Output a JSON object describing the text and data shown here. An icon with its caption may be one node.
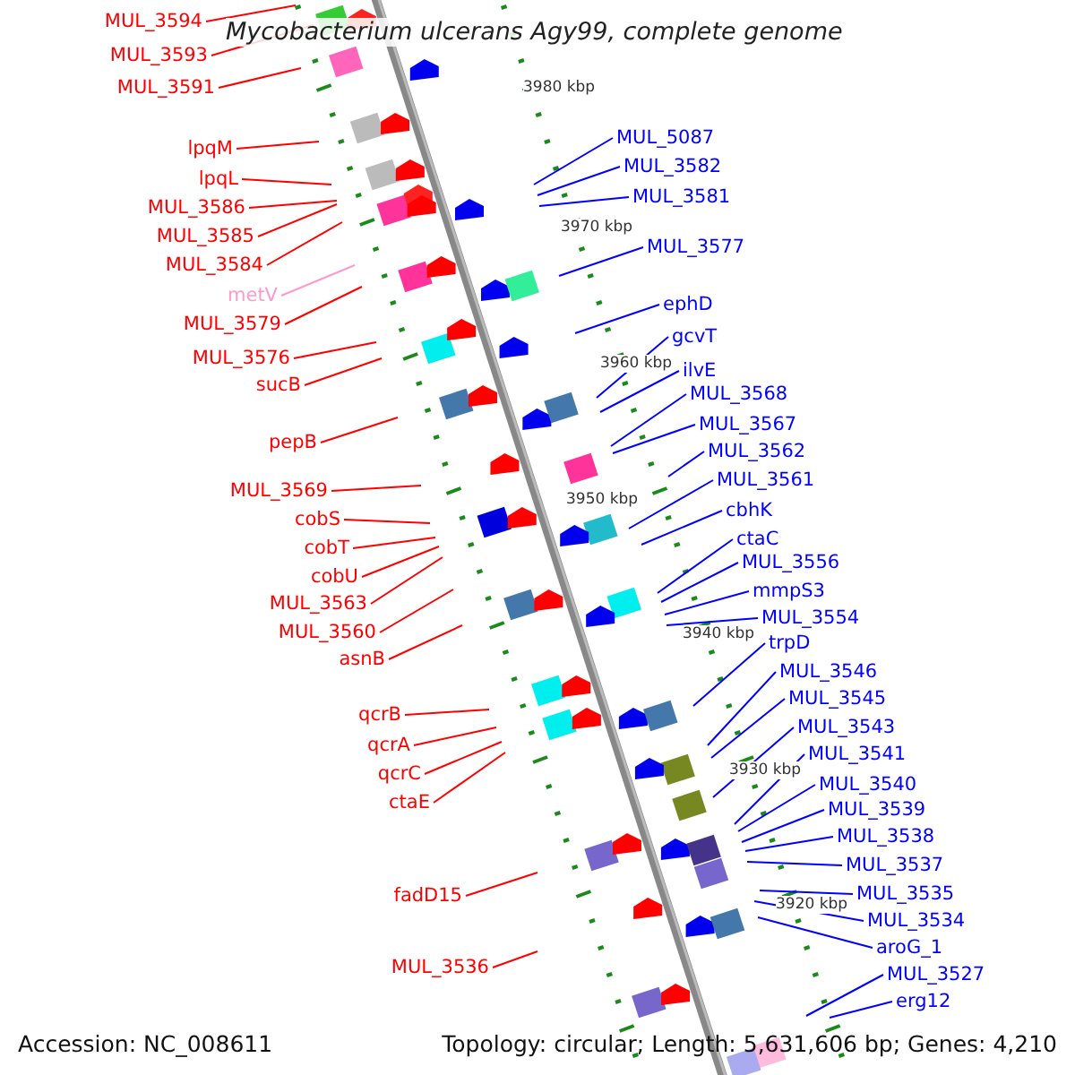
{
  "diagram": {
    "title": "Mycobacterium ulcerans Agy99, complete genome",
    "nodes": [
      {
        "text": [
          "MUL_3594"
        ]
      },
      {
        "text": [
          "MUL_3593"
        ]
      },
      {
        "text": [
          "MUL_3591"
        ]
      },
      {
        "text": [
          "lpqM"
        ]
      },
      {
        "text": [
          "lpqL"
        ]
      },
      {
        "text": [
          "MUL_3586"
        ]
      },
      {
        "text": [
          "MUL_3585"
        ]
      },
      {
        "text": [
          "MUL_3584"
        ]
      },
      {
        "text": [
          "metV"
        ]
      },
      {
        "text": [
          "MUL_3579"
        ]
      },
      {
        "text": [
          "MUL_3576"
        ]
      },
      {
        "text": [
          "sucB"
        ]
      },
      {
        "text": [
          "pepB"
        ]
      },
      {
        "text": [
          "MUL_3569"
        ]
      },
      {
        "text": [
          "cobS"
        ]
      },
      {
        "text": [
          "cobT"
        ]
      },
      {
        "text": [
          "cobU"
        ]
      },
      {
        "text": [
          "MUL_3563"
        ]
      },
      {
        "text": [
          "MUL_3560"
        ]
      },
      {
        "text": [
          "asnB"
        ]
      },
      {
        "text": [
          "qcrB"
        ]
      },
      {
        "text": [
          "qcrA"
        ]
      },
      {
        "text": [
          "qcrC"
        ]
      },
      {
        "text": [
          "ctaE"
        ]
      },
      {
        "text": [
          "fadD15"
        ]
      },
      {
        "text": [
          "MUL_3536"
        ]
      },
      {
        "text": [
          "MUL_5087"
        ]
      },
      {
        "text": [
          "MUL_3582"
        ]
      },
      {
        "text": [
          "MUL_3581"
        ]
      },
      {
        "text": [
          "MUL_3577"
        ]
      },
      {
        "text": [
          "ephD"
        ]
      },
      {
        "text": [
          "gcvT"
        ]
      },
      {
        "text": [
          "ilvE"
        ]
      },
      {
        "text": [
          "MUL_3568"
        ]
      },
      {
        "text": [
          "MUL_3567"
        ]
      },
      {
        "text": [
          "MUL_3562"
        ]
      },
      {
        "text": [
          "MUL_3561"
        ]
      },
      {
        "text": [
          "cbhK"
        ]
      },
      {
        "text": [
          "ctaC"
        ]
      },
      {
        "text": [
          "MUL_3556"
        ]
      },
      {
        "text": [
          "mmpS3"
        ]
      },
      {
        "text": [
          "MUL_3554"
        ]
      },
      {
        "text": [
          "trpD"
        ]
      },
      {
        "text": [
          "MUL_3546"
        ]
      },
      {
        "text": [
          "MUL_3545"
        ]
      },
      {
        "text": [
          "MUL_3543"
        ]
      },
      {
        "text": [
          "MUL_3541"
        ]
      },
      {
        "text": [
          "MUL_3540"
        ]
      },
      {
        "text": [
          "MUL_3539"
        ]
      },
      {
        "text": [
          "MUL_3538"
        ]
      },
      {
        "text": [
          "MUL_3537"
        ]
      },
      {
        "text": [
          "MUL_3535"
        ]
      },
      {
        "text": [
          "MUL_3534"
        ]
      },
      {
        "text": [
          "aroG_1"
        ]
      },
      {
        "text": [
          "MUL_3527"
        ]
      },
      {
        "text": [
          "erg12"
        ]
      }
    ],
    "edges": [
      {
        "from": 0,
        "to": null,
        "arrow": "none",
        "color": "#ff0000"
      },
      {
        "from": 1,
        "to": null,
        "arrow": "none",
        "color": "#ff0000"
      },
      {
        "from": 2,
        "to": null,
        "arrow": "none",
        "color": "#ff0000"
      },
      {
        "from": 3,
        "to": null,
        "arrow": "none",
        "color": "#ff0000"
      },
      {
        "from": 4,
        "to": null,
        "arrow": "none",
        "color": "#ff0000"
      },
      {
        "from": 5,
        "to": null,
        "arrow": "none",
        "color": "#ff0000"
      },
      {
        "from": 6,
        "to": null,
        "arrow": "none",
        "color": "#ff0000"
      },
      {
        "from": 7,
        "to": null,
        "arrow": "none",
        "color": "#ff0000"
      },
      {
        "from": 8,
        "to": null,
        "arrow": "none",
        "color": "#ff99cc"
      },
      {
        "from": 9,
        "to": null,
        "arrow": "none",
        "color": "#ff0000"
      },
      {
        "from": 10,
        "to": null,
        "arrow": "none",
        "color": "#ff0000"
      },
      {
        "from": 11,
        "to": null,
        "arrow": "none",
        "color": "#ff0000"
      },
      {
        "from": 12,
        "to": null,
        "arrow": "none",
        "color": "#ff0000"
      },
      {
        "from": 13,
        "to": null,
        "arrow": "none",
        "color": "#ff0000"
      },
      {
        "from": 14,
        "to": null,
        "arrow": "none",
        "color": "#ff0000"
      },
      {
        "from": 15,
        "to": null,
        "arrow": "none",
        "color": "#ff0000"
      },
      {
        "from": 16,
        "to": null,
        "arrow": "none",
        "color": "#ff0000"
      },
      {
        "from": 17,
        "to": null,
        "arrow": "none",
        "color": "#ff0000"
      },
      {
        "from": 18,
        "to": null,
        "arrow": "none",
        "color": "#ff0000"
      },
      {
        "from": 19,
        "to": null,
        "arrow": "none",
        "color": "#ff0000"
      },
      {
        "from": 20,
        "to": null,
        "arrow": "none",
        "color": "#ff0000"
      },
      {
        "from": 21,
        "to": null,
        "arrow": "none",
        "color": "#ff0000"
      },
      {
        "from": 22,
        "to": null,
        "arrow": "none",
        "color": "#ff0000"
      },
      {
        "from": 23,
        "to": null,
        "arrow": "none",
        "color": "#ff0000"
      },
      {
        "from": 24,
        "to": null,
        "arrow": "none",
        "color": "#ff0000"
      },
      {
        "from": 25,
        "to": null,
        "arrow": "none",
        "color": "#ff0000"
      },
      {
        "from": 26,
        "to": null,
        "arrow": "none"
      },
      {
        "from": 27,
        "to": null,
        "arrow": "none"
      },
      {
        "from": 28,
        "to": null,
        "arrow": "none"
      },
      {
        "from": 29,
        "to": null,
        "arrow": "none"
      },
      {
        "from": 30,
        "to": null,
        "arrow": "none"
      },
      {
        "from": 31,
        "to": null,
        "arrow": "none"
      },
      {
        "from": 32,
        "to": null,
        "arrow": "none"
      },
      {
        "from": 33,
        "to": null,
        "arrow": "none"
      },
      {
        "from": 34,
        "to": null,
        "arrow": "none"
      },
      {
        "from": 35,
        "to": null,
        "arrow": "none"
      },
      {
        "from": 36,
        "to": null,
        "arrow": "none"
      },
      {
        "from": 37,
        "to": null,
        "arrow": "none"
      },
      {
        "from": 38,
        "to": null,
        "arrow": "none"
      },
      {
        "from": 39,
        "to": null,
        "arrow": "none"
      },
      {
        "from": 40,
        "to": null,
        "arrow": "none"
      },
      {
        "from": 41,
        "to": null,
        "arrow": "none"
      },
      {
        "from": 42,
        "to": null,
        "arrow": "none"
      },
      {
        "from": 43,
        "to": null,
        "arrow": "none"
      },
      {
        "from": 44,
        "to": null,
        "arrow": "none"
      },
      {
        "from": 45,
        "to": null,
        "arrow": "none"
      },
      {
        "from": 46,
        "to": null,
        "arrow": "none"
      },
      {
        "from": 47,
        "to": null,
        "arrow": "none"
      },
      {
        "from": 48,
        "to": null,
        "arrow": "none"
      },
      {
        "from": 49,
        "to": null,
        "arrow": "none"
      },
      {
        "from": 50,
        "to": null,
        "arrow": "none"
      },
      {
        "from": 51,
        "to": null,
        "arrow": "none"
      },
      {
        "from": 52,
        "to": null,
        "arrow": "none"
      },
      {
        "from": 53,
        "to": null,
        "arrow": "none"
      },
      {
        "from": 54,
        "to": null,
        "arrow": "none"
      },
      {
        "from": 55,
        "to": null,
        "arrow": "none"
      }
    ],
    "labels": [
      "3980 kbp",
      "3970 kbp",
      "3960 kbp",
      "3950 kbp",
      "3940 kbp",
      "3930 kbp",
      "3920 kbp",
      "Accession: NC_008611",
      "Topology: circular; Length: 5,631,606 bp; Genes: 4,210"
    ]
  }
}
